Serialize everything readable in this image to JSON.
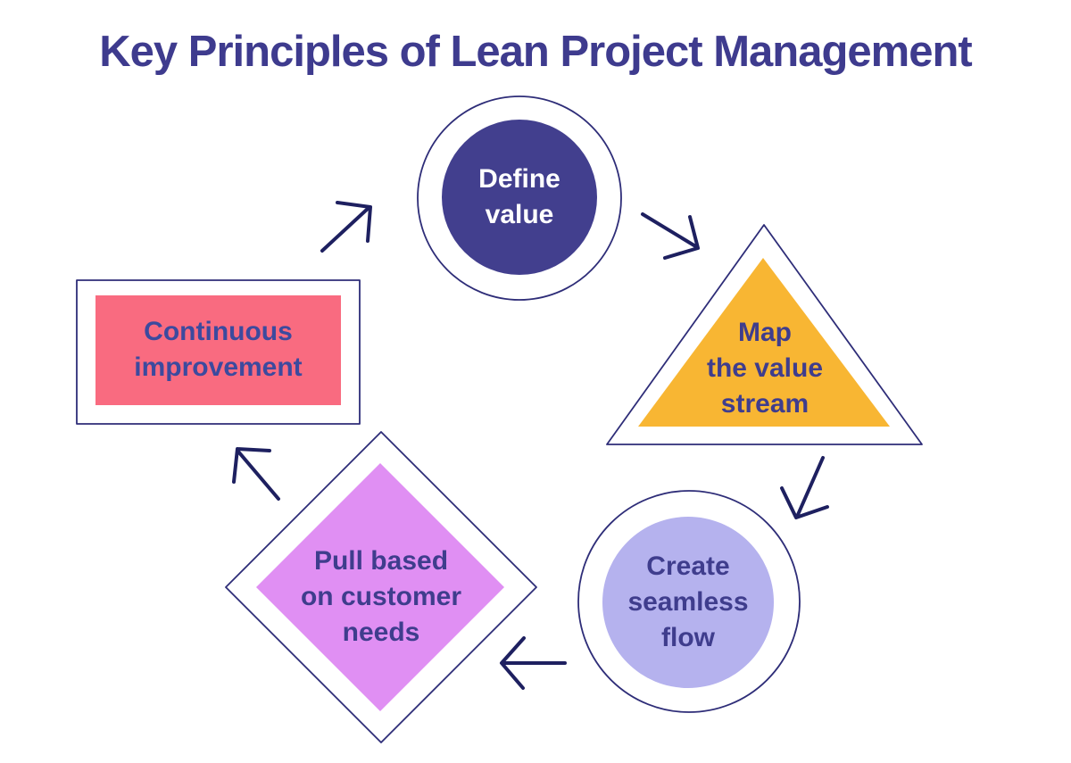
{
  "title": "Key Principles of Lean Project Management",
  "colors": {
    "background": "#ffffff",
    "title_text": "#3e3b8e",
    "shape_outline": "#2e2d78",
    "arrow": "#1e2060",
    "node_text": "#3f3d8d",
    "define_value_text": "#ffffff"
  },
  "nodes": [
    {
      "id": "define-value",
      "shape": "circle",
      "label": "Define\nvalue",
      "fill": "#423f8e",
      "text_color": "#ffffff"
    },
    {
      "id": "map-the-value-stream",
      "shape": "triangle",
      "label": "Map\nthe value\nstream",
      "fill": "#f8b633",
      "text_color": "#3f3d8d"
    },
    {
      "id": "create-seamless-flow",
      "shape": "circle",
      "label": "Create\nseamless\nflow",
      "fill": "#b5b2ee",
      "text_color": "#3f3d8d"
    },
    {
      "id": "pull-based-on-customer-needs",
      "shape": "diamond",
      "label": "Pull based\non customer\nneeds",
      "fill": "#e08ff3",
      "text_color": "#3f3d8d"
    },
    {
      "id": "continuous-improvement",
      "shape": "rectangle",
      "label": "Continuous\nimprovement",
      "fill": "#f96b80",
      "text_color": "#3c4a9e"
    }
  ],
  "arrows": [
    {
      "id": "arrow-continuous-improvement-to-define-value",
      "from": "continuous-improvement",
      "to": "define-value",
      "direction": "up-right"
    },
    {
      "id": "arrow-define-value-to-map-the-value-stream",
      "from": "define-value",
      "to": "map-the-value-stream",
      "direction": "down-right"
    },
    {
      "id": "arrow-map-the-value-stream-to-create-seamless-flow",
      "from": "map-the-value-stream",
      "to": "create-seamless-flow",
      "direction": "down-left"
    },
    {
      "id": "arrow-create-seamless-flow-to-pull-based-on-customer-needs",
      "from": "create-seamless-flow",
      "to": "pull-based-on-customer-needs",
      "direction": "left"
    },
    {
      "id": "arrow-pull-based-on-customer-needs-to-continuous-improvement",
      "from": "pull-based-on-customer-needs",
      "to": "continuous-improvement",
      "direction": "up-left"
    }
  ]
}
